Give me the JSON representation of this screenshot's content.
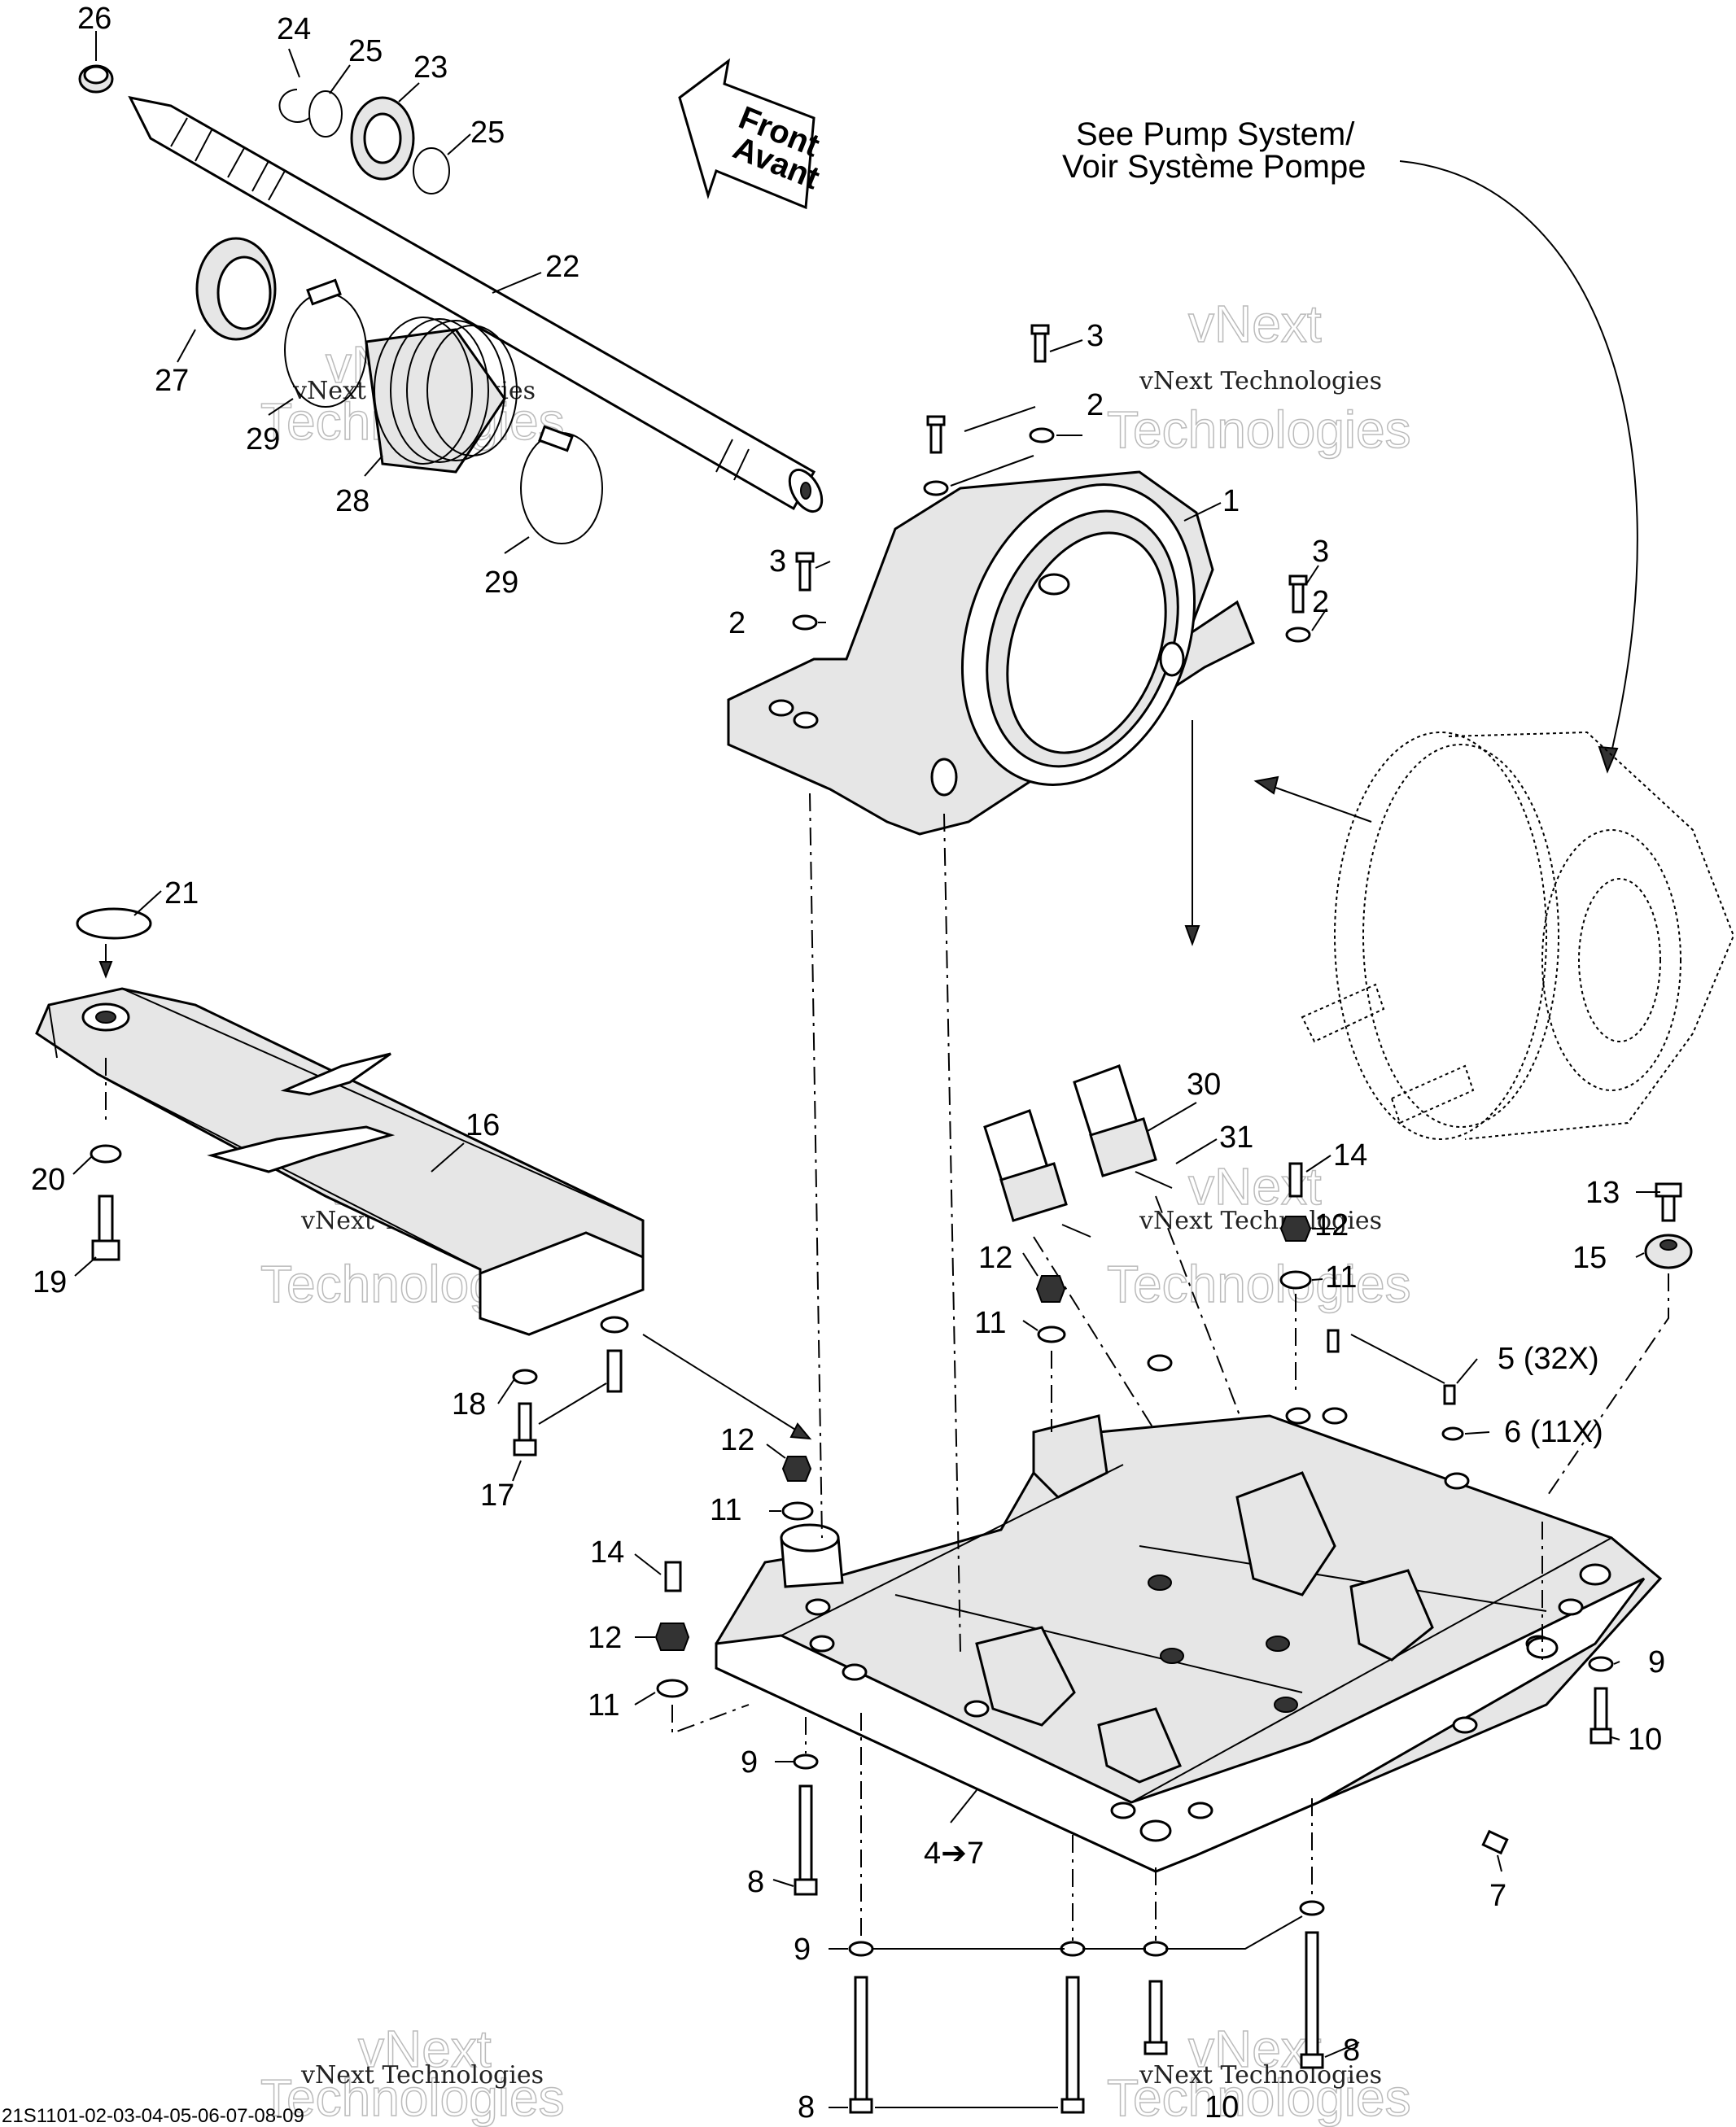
{
  "diagram_code": "21S1101-02-03-04-05-06-07-08-09",
  "notes": {
    "direction_line1": "Front",
    "direction_line2": "Avant",
    "pump_line1": "See Pump System/",
    "pump_line2": "Voir Système Pompe"
  },
  "watermark": {
    "small": "vNext Technologies",
    "big1": "vNext",
    "big2": "Technologies"
  },
  "callouts": [
    "26",
    "24",
    "25",
    "23",
    "25",
    "22",
    "27",
    "29",
    "28",
    "29",
    "3",
    "2",
    "1",
    "3",
    "2",
    "3",
    "2",
    "21",
    "16",
    "20",
    "19",
    "18",
    "17",
    "30",
    "31",
    "14",
    "12",
    "11",
    "13",
    "15",
    "12",
    "11",
    "5 (32X)",
    "6 (11X)",
    "12",
    "11",
    "14",
    "12",
    "11",
    "9",
    "10",
    "9",
    "8",
    "4➔7",
    "7",
    "9",
    "8",
    "8",
    "10"
  ]
}
